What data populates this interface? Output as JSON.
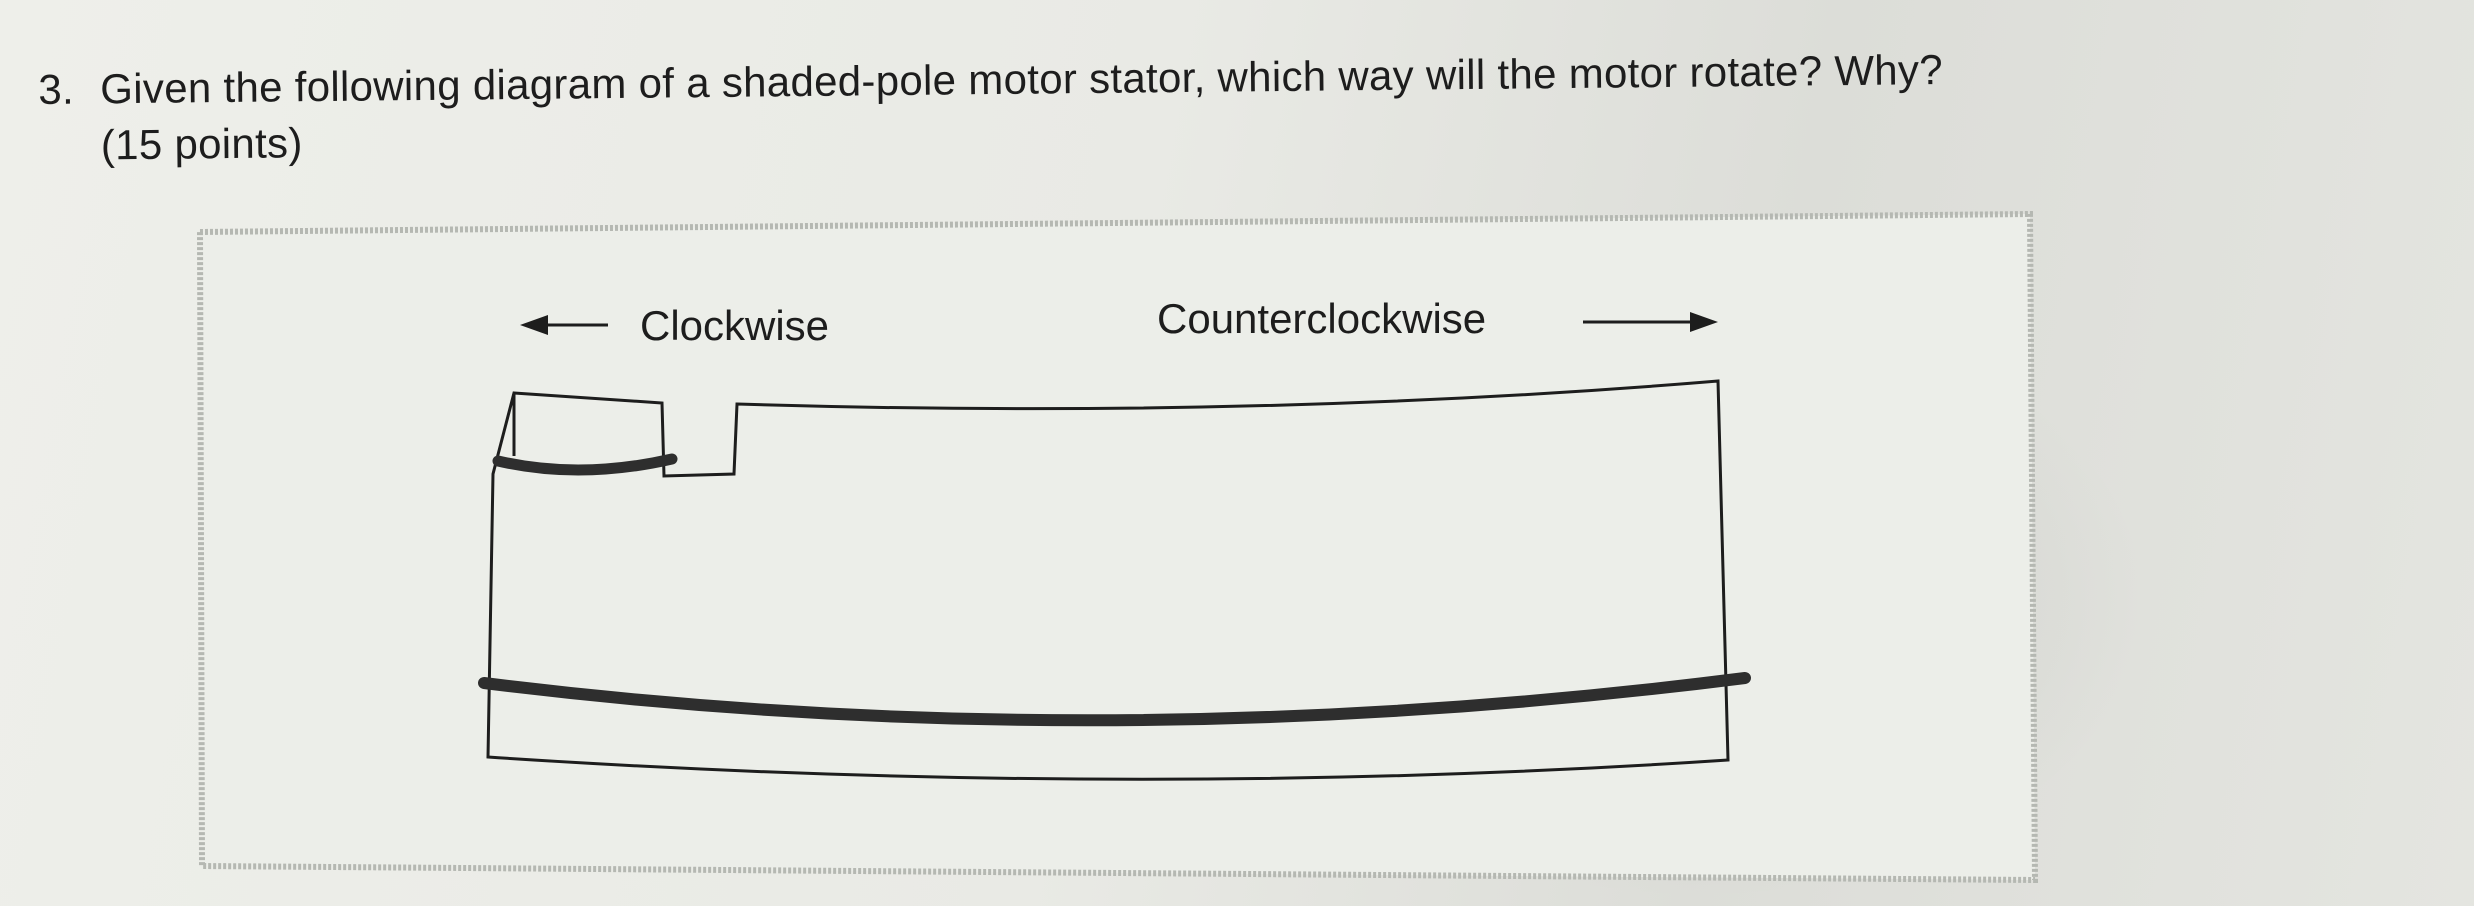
{
  "question": {
    "number": "3.",
    "text": "Given the following diagram of a shaded-pole motor stator, which way will the motor rotate? Why?",
    "points": "(15 points)"
  },
  "diagram": {
    "left_label": "Clockwise",
    "right_label": "Counterclockwise"
  }
}
